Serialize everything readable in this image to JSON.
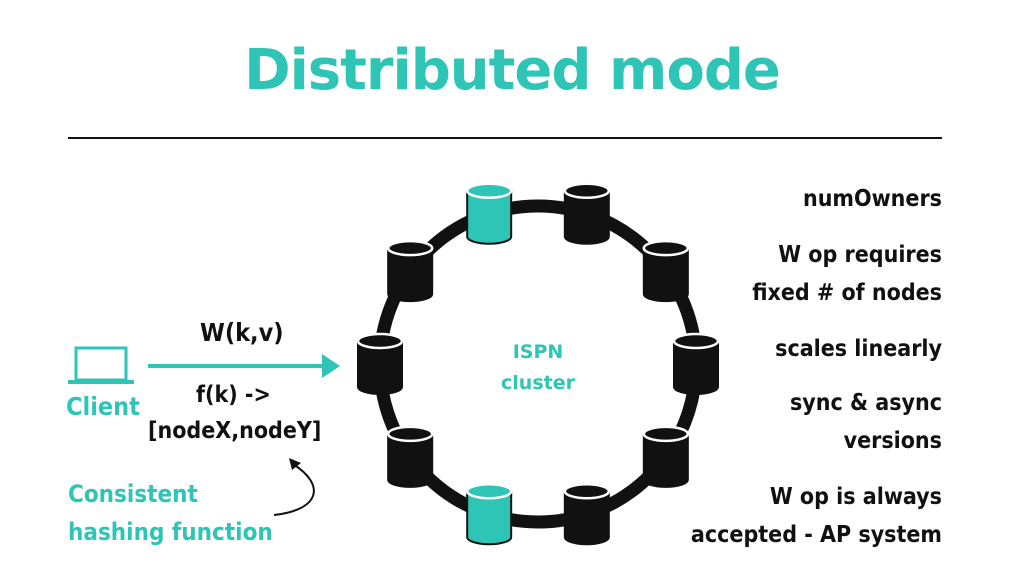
{
  "title": "Distributed mode",
  "client": {
    "label": "Client"
  },
  "operation": {
    "write": "W(k,v)",
    "hash_line1": "f(k) ->",
    "hash_line2": "[nodeX,nodeY]"
  },
  "hashing_note": {
    "line1": "Consistent",
    "line2": "hashing function"
  },
  "cluster": {
    "line1": "ISPN",
    "line2": "cluster",
    "node_count": 10,
    "owner_nodes": [
      0,
      6
    ]
  },
  "properties": [
    {
      "lines": [
        "numOwners"
      ]
    },
    {
      "lines": [
        "W op requires",
        "fixed # of nodes"
      ]
    },
    {
      "lines": [
        "scales linearly"
      ]
    },
    {
      "lines": [
        "sync & async",
        "versions"
      ]
    },
    {
      "lines": [
        "W op is always",
        "accepted - AP system"
      ]
    }
  ],
  "colors": {
    "accent": "#2ec4b6",
    "node": "#111111",
    "ring": "#111111"
  }
}
